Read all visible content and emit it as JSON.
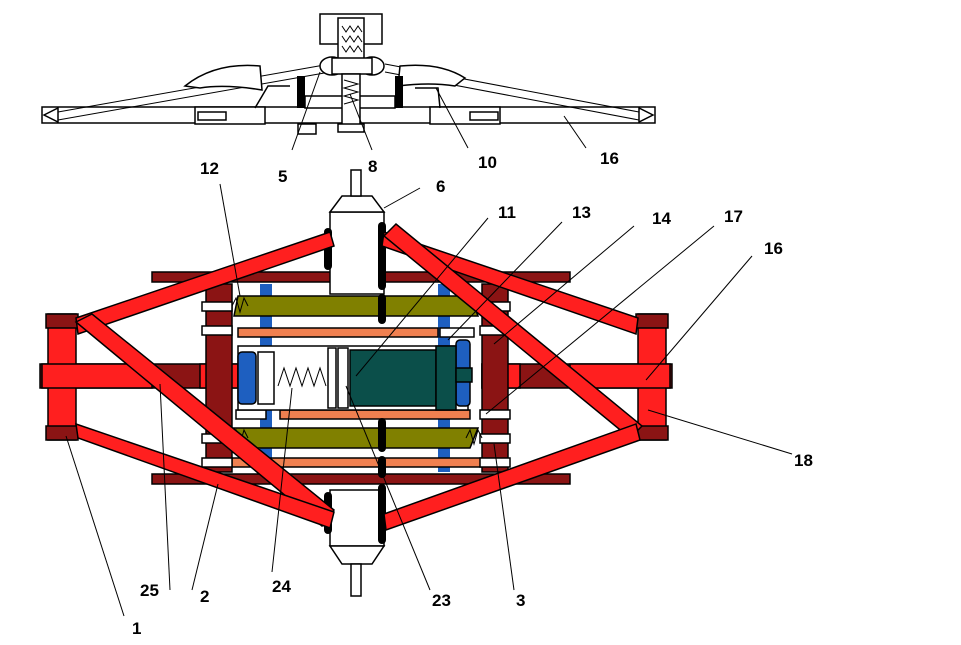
{
  "labels": {
    "l1": "1",
    "l2": "2",
    "l3": "3",
    "l5": "5",
    "l6": "6",
    "l8": "8",
    "l10": "10",
    "l11": "11",
    "l12": "12",
    "l13": "13",
    "l14": "14",
    "l16a": "16",
    "l16b": "16",
    "l17": "17",
    "l18": "18",
    "l23": "23",
    "l24": "24",
    "l25": "25"
  },
  "colors": {
    "frame_red": "#ff1f1f",
    "dark_red": "#8b1414",
    "olive": "#808000",
    "salmon": "#f08050",
    "blue": "#1e5fc0",
    "teal": "#0b4f4a",
    "black": "#000000",
    "white": "#ffffff"
  }
}
